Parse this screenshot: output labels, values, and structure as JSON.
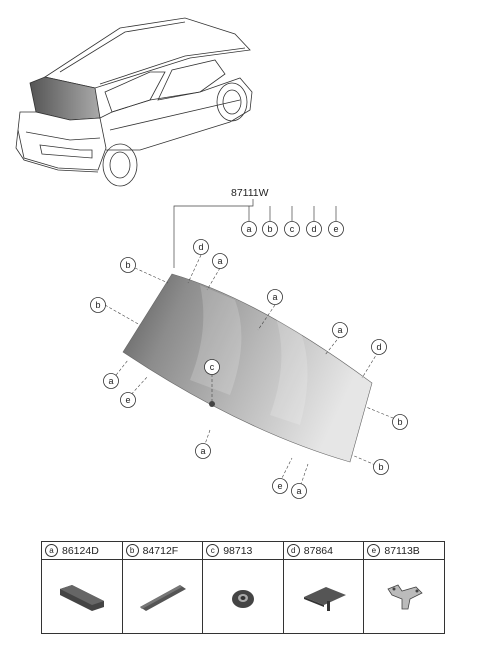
{
  "main_part": {
    "part_number": "87111W"
  },
  "callout_row": [
    "a",
    "b",
    "c",
    "d",
    "e"
  ],
  "legend": [
    {
      "letter": "a",
      "part_number": "86124D",
      "icon": "pad-icon"
    },
    {
      "letter": "b",
      "part_number": "84712F",
      "icon": "strip-icon"
    },
    {
      "letter": "c",
      "part_number": "98713",
      "icon": "grommet-icon"
    },
    {
      "letter": "d",
      "part_number": "87864",
      "icon": "spacer-icon"
    },
    {
      "letter": "e",
      "part_number": "87113B",
      "icon": "bracket-icon"
    }
  ],
  "callouts": {
    "c1": "b",
    "c2": "d",
    "c3": "a",
    "c4": "b",
    "c5": "a",
    "c6": "a",
    "c7": "d",
    "c8": "a",
    "c9": "e",
    "c10": "c",
    "c11": "b",
    "c12": "a",
    "c13": "b",
    "c14": "e",
    "c15": "a"
  }
}
